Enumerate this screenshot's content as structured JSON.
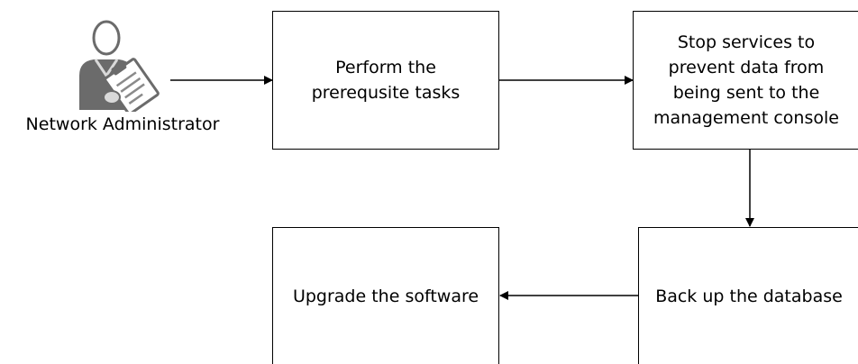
{
  "actor": {
    "label": "Network Administrator",
    "icon": "administrator-clipboard-icon"
  },
  "steps": {
    "prerequisites": "Perform the\nprerequsite tasks",
    "stop_services": "Stop services to\nprevent data from\nbeing sent to the\nmanagement console",
    "backup": "Back up the database",
    "upgrade": "Upgrade the software"
  },
  "colors": {
    "line": "#000000",
    "icon_fill": "#6b6b6b",
    "icon_light": "#d9d9d9"
  }
}
